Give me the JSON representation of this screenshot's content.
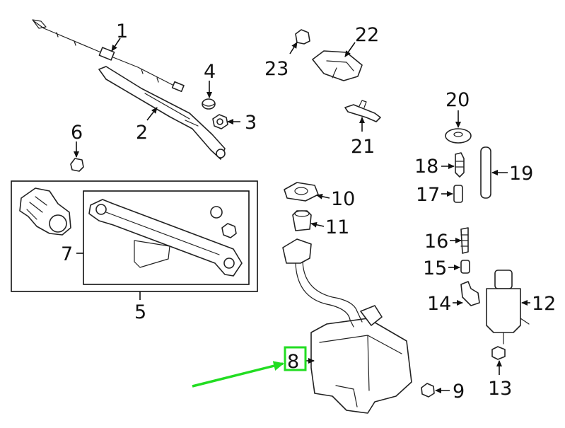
{
  "callouts": {
    "c1": "1",
    "c2": "2",
    "c3": "3",
    "c4": "4",
    "c5": "5",
    "c6": "6",
    "c7": "7",
    "c8": "8",
    "c9": "9",
    "c10": "10",
    "c11": "11",
    "c12": "12",
    "c13": "13",
    "c14": "14",
    "c15": "15",
    "c16": "16",
    "c17": "17",
    "c18": "18",
    "c19": "19",
    "c20": "20",
    "c21": "21",
    "c22": "22",
    "c23": "23"
  },
  "colors": {
    "line": "#222222",
    "highlight_box": "#22dd22",
    "pointer_arrow": "#22dd22"
  },
  "highlight": {
    "selected_callout": "8"
  }
}
